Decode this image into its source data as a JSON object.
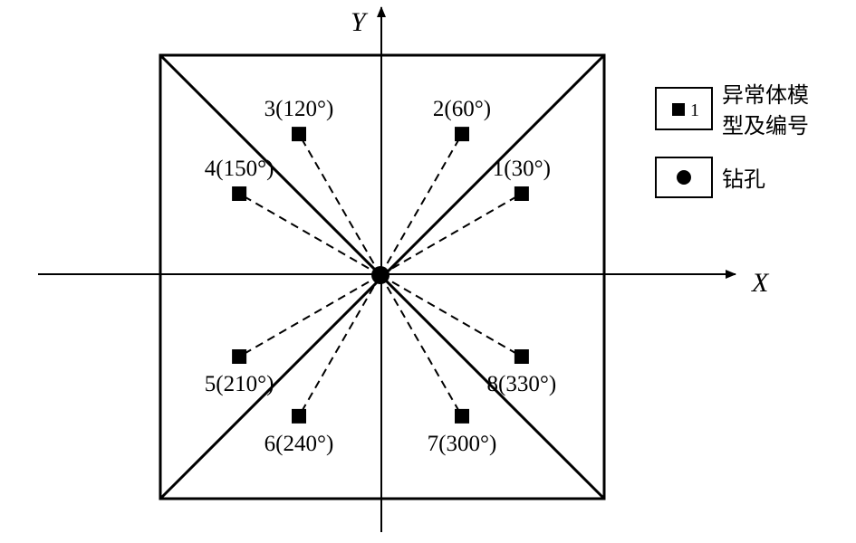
{
  "axes": {
    "x_label": "X",
    "y_label": "Y"
  },
  "anomalies": [
    {
      "number": "1",
      "label": "1(30°)",
      "angle_deg": 30
    },
    {
      "number": "2",
      "label": "2(60°)",
      "angle_deg": 60
    },
    {
      "number": "3",
      "label": "3(120°)",
      "angle_deg": 120
    },
    {
      "number": "4",
      "label": "4(150°)",
      "angle_deg": 150
    },
    {
      "number": "5",
      "label": "5(210°)",
      "angle_deg": 210
    },
    {
      "number": "6",
      "label": "6(240°)",
      "angle_deg": 240
    },
    {
      "number": "7",
      "label": "7(300°)",
      "angle_deg": 300
    },
    {
      "number": "8",
      "label": "8(330°)",
      "angle_deg": 330
    }
  ],
  "legend": {
    "anomaly": {
      "sample_number": "1",
      "line1": "异常体模",
      "line2": "型及编号"
    },
    "borehole": {
      "text": "钻孔"
    }
  },
  "colors": {
    "ink": "#000000",
    "background": "#ffffff"
  }
}
